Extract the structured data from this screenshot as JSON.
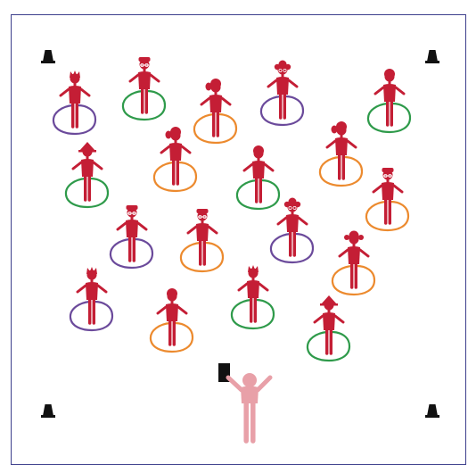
{
  "diagram": {
    "colors": {
      "field_border": "#3d3f8c",
      "student": "#c41e35",
      "teacher": "#e8a0a8",
      "cone": "#111111",
      "sign": "#111111",
      "hoop_purple": "#6b4a9b",
      "hoop_green": "#2e9a4a",
      "hoop_orange": "#ec8a2e"
    },
    "cones": [
      {
        "name": "cone-top-left"
      },
      {
        "name": "cone-top-right"
      },
      {
        "name": "cone-bottom-left"
      },
      {
        "name": "cone-bottom-right"
      }
    ],
    "students": [
      {
        "hoop": "purple",
        "hair": "spiky"
      },
      {
        "hoop": "green",
        "hair": "glasses"
      },
      {
        "hoop": "orange",
        "hair": "ponytail"
      },
      {
        "hoop": "purple",
        "hair": "curly-glasses"
      },
      {
        "hoop": "green",
        "hair": "short"
      },
      {
        "hoop": "green",
        "hair": "hat"
      },
      {
        "hoop": "orange",
        "hair": "ponytail"
      },
      {
        "hoop": "green",
        "hair": "short"
      },
      {
        "hoop": "orange",
        "hair": "ponytail"
      },
      {
        "hoop": "purple",
        "hair": "glasses"
      },
      {
        "hoop": "orange",
        "hair": "glasses"
      },
      {
        "hoop": "purple",
        "hair": "curly-glasses"
      },
      {
        "hoop": "orange",
        "hair": "glasses"
      },
      {
        "hoop": "orange",
        "hair": "pigtails"
      },
      {
        "hoop": "purple",
        "hair": "spiky"
      },
      {
        "hoop": "orange",
        "hair": "short"
      },
      {
        "hoop": "green",
        "hair": "spiky"
      },
      {
        "hoop": "green",
        "hair": "hat"
      }
    ],
    "teacher": {
      "pose": "arms-raised",
      "holding": "sign"
    }
  }
}
